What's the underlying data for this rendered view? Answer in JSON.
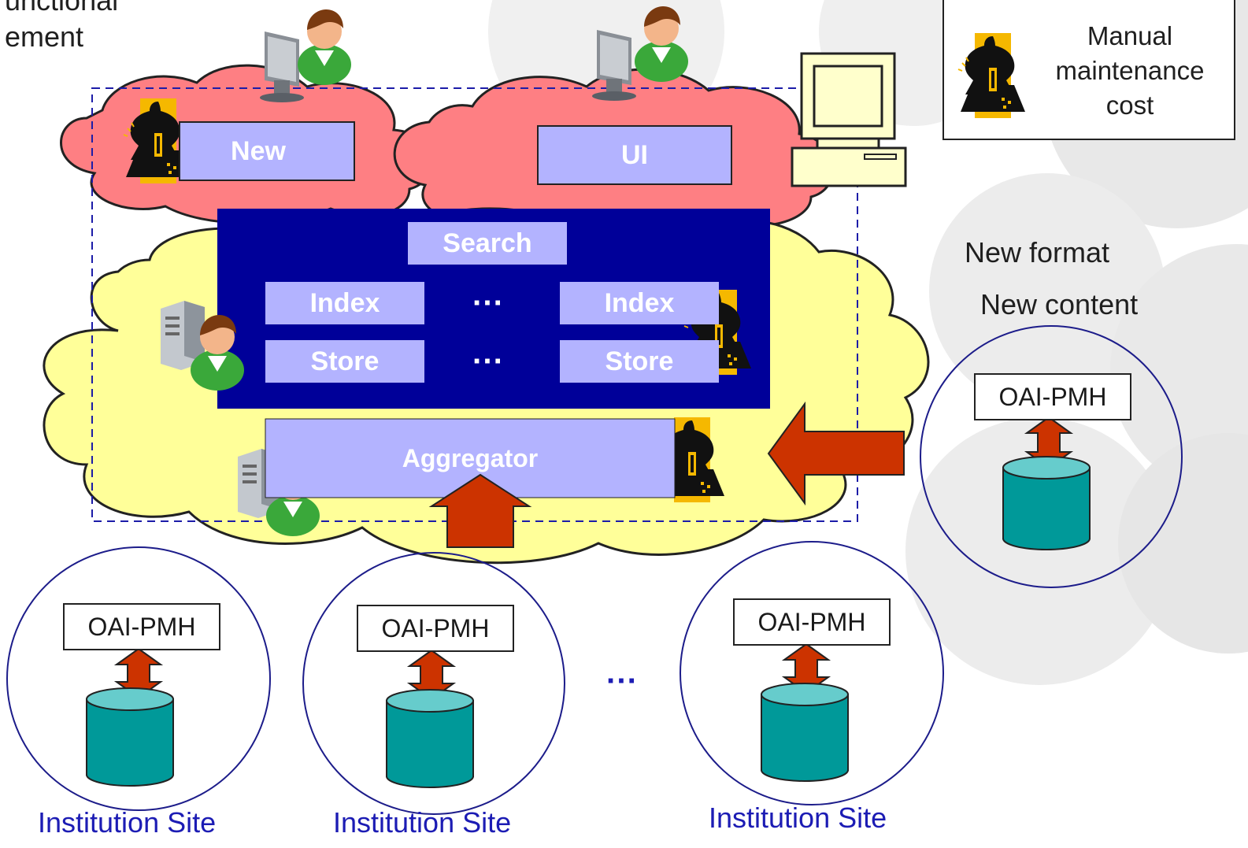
{
  "top_left_text": {
    "line1": "unctional",
    "line2": "ement"
  },
  "legend": {
    "label": "Manual maintenance cost",
    "icon": "tough-guy-icon"
  },
  "clouds": {
    "new_box": "New",
    "ui_box": "UI"
  },
  "service_panel": {
    "search": "Search",
    "index_left": "Index",
    "index_right": "Index",
    "store_left": "Store",
    "store_right": "Store",
    "ellipsis": "···"
  },
  "aggregator": "Aggregator",
  "new_format": "New format",
  "new_content": "New content",
  "oai_label": "OAI-PMH",
  "sites": [
    {
      "oai": "OAI-PMH",
      "caption": "Institution Site"
    },
    {
      "oai": "OAI-PMH",
      "caption": "Institution Site"
    },
    {
      "oai": "OAI-PMH",
      "caption": "Institution Site"
    }
  ],
  "right_site": {
    "oai": "OAI-PMH"
  },
  "sites_ellipsis": "···",
  "colors": {
    "cloud_pink": "#fe7f83",
    "cloud_yellow": "#ffff99",
    "panel_navy": "#000099",
    "box_lavender": "#b3b3ff",
    "arrow_red": "#cc3300",
    "db_teal": "#009999",
    "db_top": "#66cccc",
    "site_caption": "#1c1cb4"
  }
}
